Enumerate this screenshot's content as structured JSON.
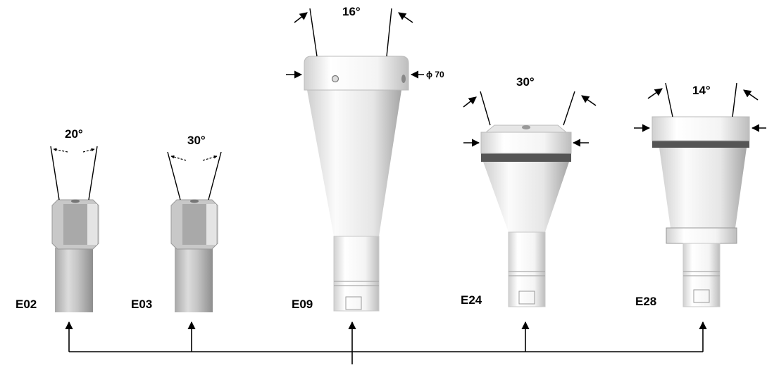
{
  "sensors": [
    {
      "id": "E02",
      "angle": "20°"
    },
    {
      "id": "E03",
      "angle": "30°"
    },
    {
      "id": "E09",
      "angle": "16°",
      "diameter": "ϕ 70"
    },
    {
      "id": "E24",
      "angle": "30°"
    },
    {
      "id": "E28",
      "angle": "14°"
    }
  ],
  "colors": {
    "line": "#000000",
    "body_light": "#f2f2f2",
    "body_mid": "#c8c8c8",
    "body_dark": "#9a9a9a",
    "band": "#555555"
  }
}
